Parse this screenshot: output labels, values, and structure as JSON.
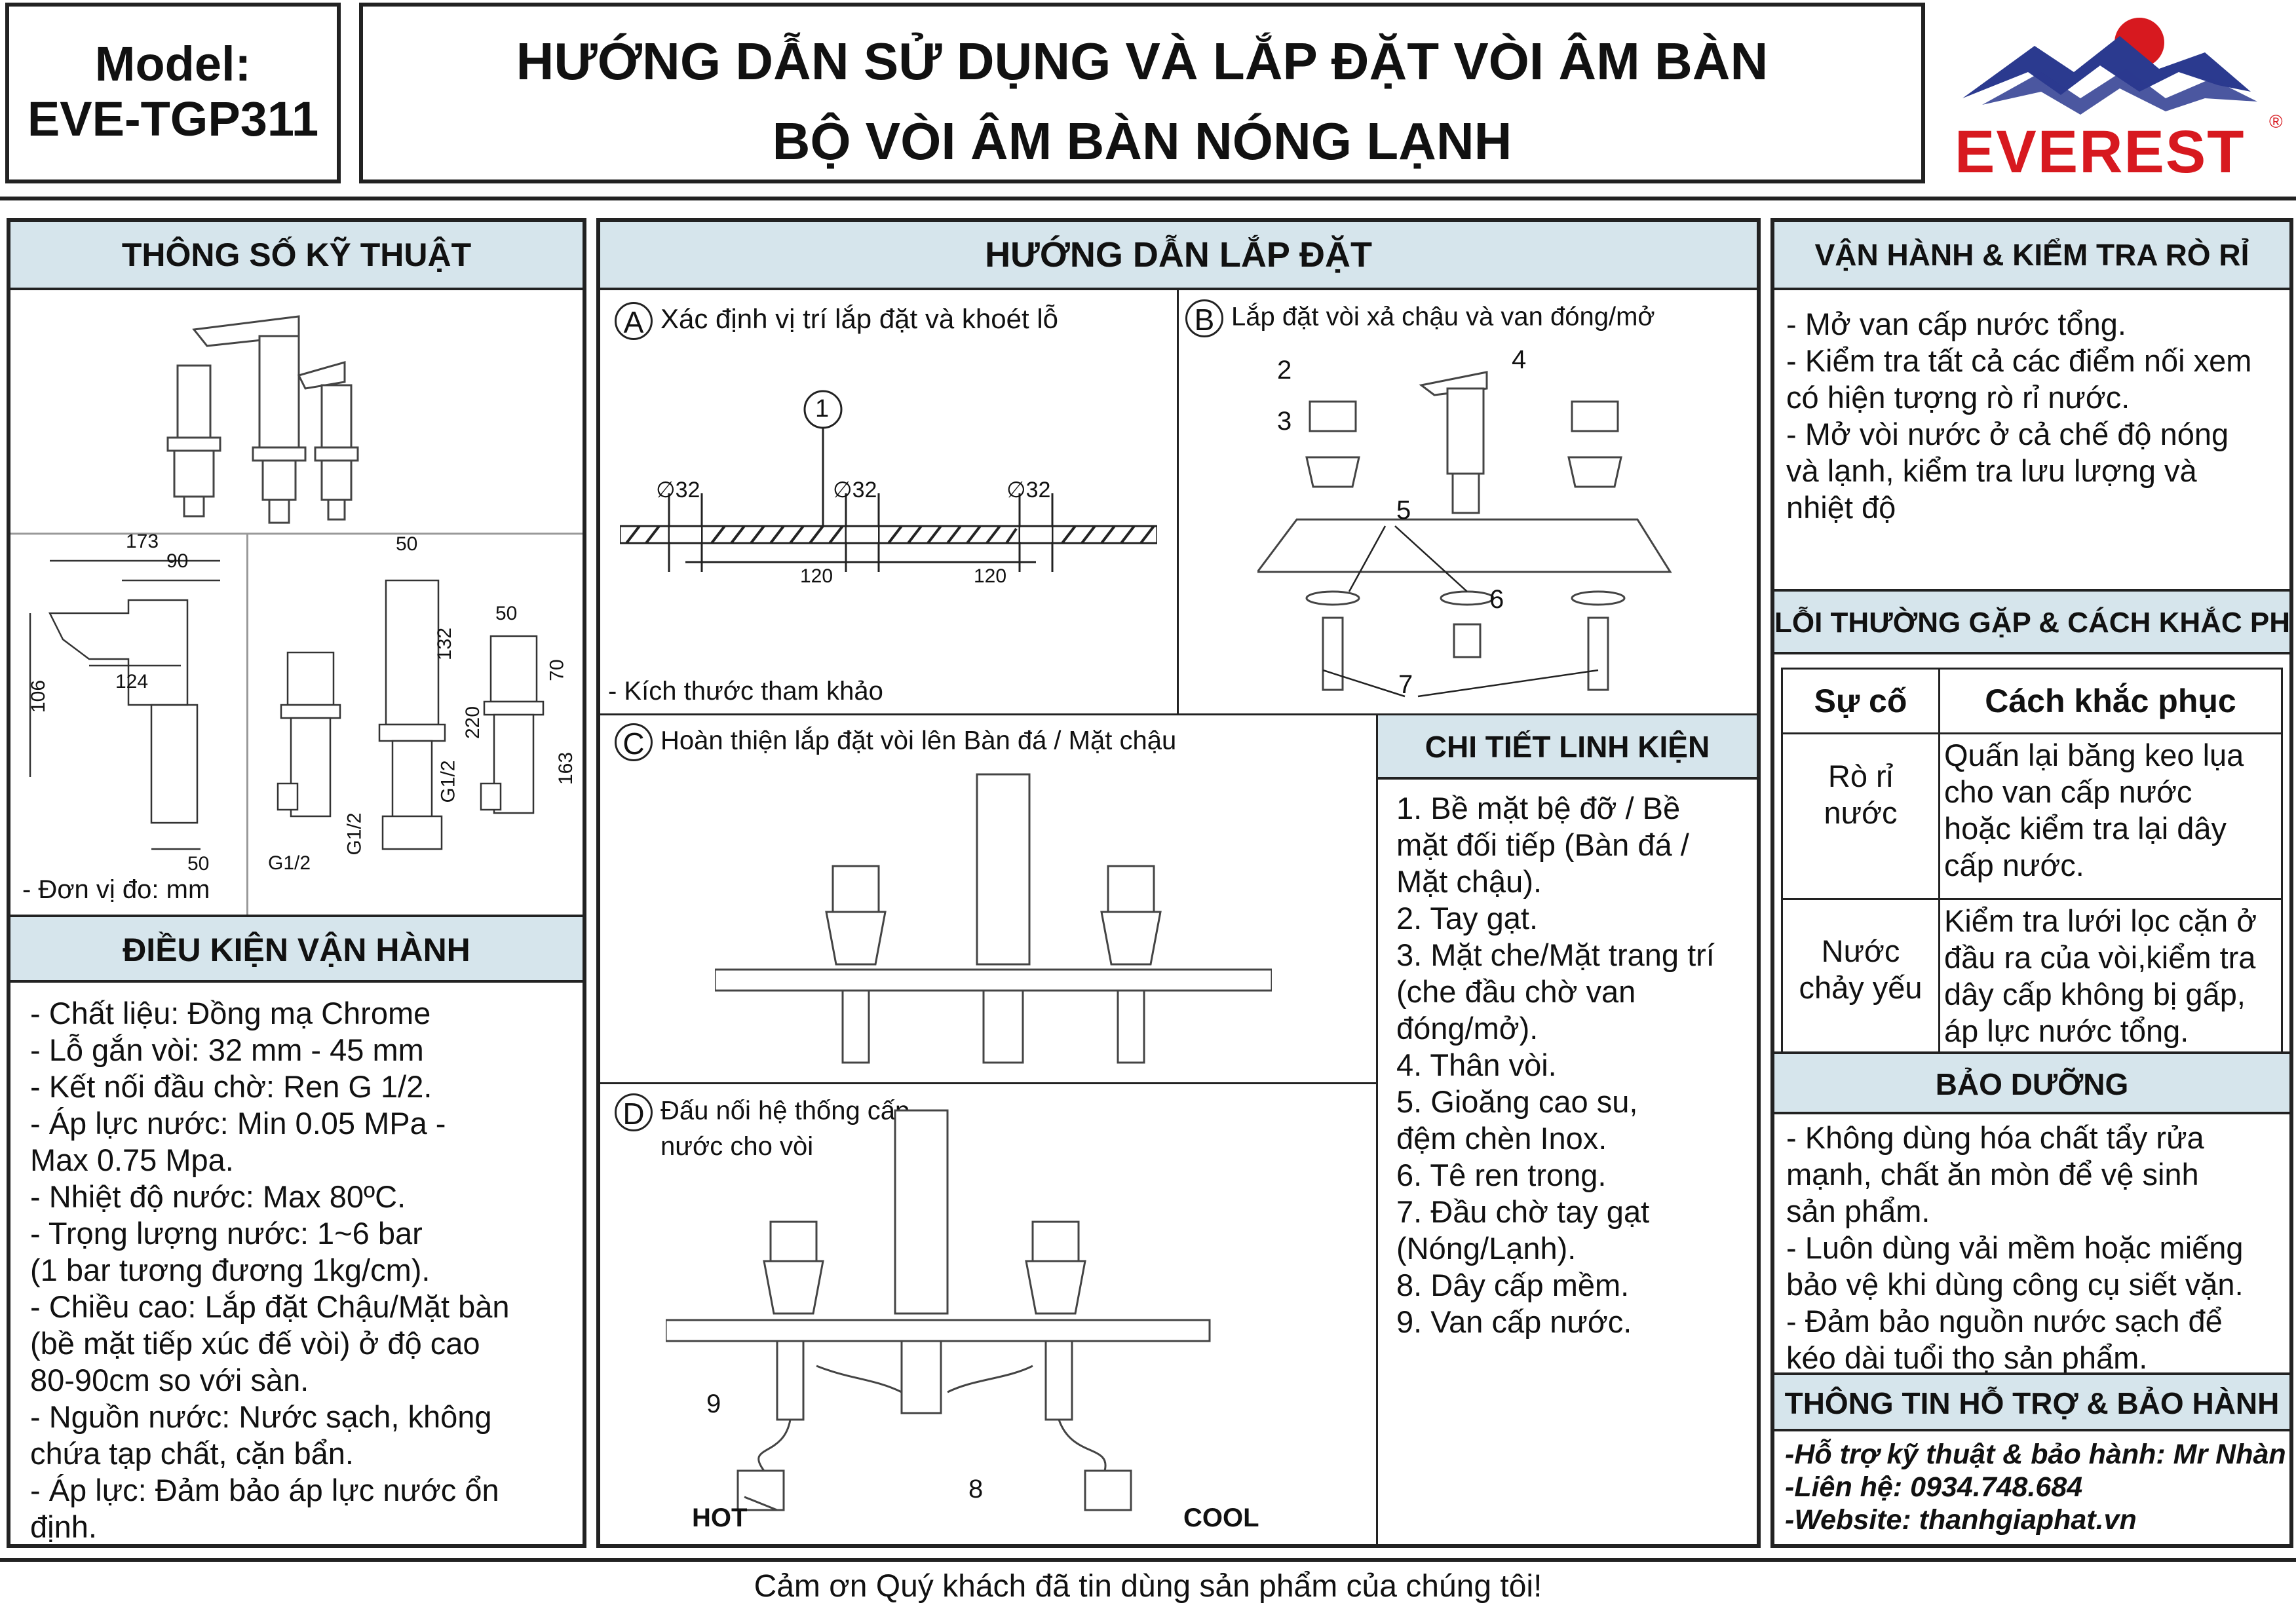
{
  "header": {
    "model_label": "Model:",
    "model_code": "EVE-TGP311",
    "title_line1": "HƯỚNG DẪN SỬ DỤNG VÀ LẮP ĐẶT VÒI ÂM BÀN",
    "title_line2": "BỘ VÒI ÂM BÀN NÓNG LẠNH",
    "brand": "EVEREST",
    "brand_reg": "®"
  },
  "specs": {
    "title": "THÔNG SỐ KỸ THUẬT",
    "dims": {
      "d173": "173",
      "d90": "90",
      "d106": "106",
      "d124": "124",
      "d50a": "50",
      "d50b": "50",
      "d132": "132",
      "d220": "220",
      "g12a": "G1/2",
      "g12b": "G1/2",
      "g12c": "G1/2",
      "d50c": "50",
      "d70": "70",
      "d163": "163"
    },
    "unit_note": "- Đơn vị đo: mm"
  },
  "conditions": {
    "title": "ĐIỀU KIỆN VẬN HÀNH",
    "lines": [
      "- Chất liệu: Đồng mạ Chrome",
      "- Lỗ gắn vòi:   32 mm -    45 mm",
      "- Kết nối đầu chờ: Ren G 1/2.",
      "- Áp lực nước: Min 0.05 MPa -",
      "Max 0.75 Mpa.",
      "- Nhiệt độ nước: Max 80ºC.",
      "- Trọng lượng nước: 1~6 bar",
      "(1 bar tương đương 1kg/cm).",
      "- Chiều cao: Lắp đặt Chậu/Mặt bàn",
      "(bề mặt tiếp xúc đế vòi) ở độ cao",
      "80-90cm so với sàn.",
      "- Nguồn nước: Nước sạch, không",
      "chứa tạp chất, cặn bẩn.",
      "- Áp lực: Đảm bảo áp lực nước ổn",
      "định."
    ]
  },
  "install": {
    "title": "HƯỚNG DẪN LẮP ĐẶT",
    "stepA": {
      "letter": "A",
      "text": "Xác định vị trí lắp đặt và khoét lỗ",
      "hole1": "∅32",
      "hole2": "∅32",
      "hole3": "∅32",
      "dist1": "120",
      "dist2": "120",
      "callout": "1",
      "note": "- Kích thước tham khảo"
    },
    "stepB": {
      "letter": "B",
      "text": "Lắp đặt vòi xả chậu và van đóng/mở",
      "n2": "2",
      "n3": "3",
      "n4": "4",
      "n5": "5",
      "n6": "6",
      "n7": "7"
    },
    "stepC": {
      "letter": "C",
      "text": "Hoàn thiện lắp đặt vòi lên Bàn đá / Mặt chậu"
    },
    "stepD": {
      "letter": "D",
      "text1": "Đấu nối hệ thống cấp",
      "text2": "nước cho vòi",
      "n8": "8",
      "n9": "9",
      "hot": "HOT",
      "cool": "COOL"
    }
  },
  "parts": {
    "title": "CHI TIẾT LINH KIỆN",
    "lines": [
      "1. Bề mặt bệ đỡ / Bề",
      "mặt đối tiếp (Bàn đá /",
      "Mặt chậu).",
      "2. Tay gạt.",
      "3. Mặt che/Mặt trang trí",
      "(che đầu chờ van",
      "đóng/mở).",
      "4. Thân vòi.",
      "5. Gioăng cao su,",
      "đệm chèn Inox.",
      "6. Tê ren trong.",
      "7. Đầu chờ tay gạt",
      "(Nóng/Lạnh).",
      "8. Dây cấp mềm.",
      "9. Van cấp nước."
    ]
  },
  "operation": {
    "title": "VẬN HÀNH & KIỂM TRA RÒ RỈ",
    "lines": [
      "- Mở van cấp nước tổng.",
      "- Kiểm tra tất cả các điểm nối xem",
      "có hiện tượng rò rỉ nước.",
      "- Mở vòi nước ở cả chế độ nóng",
      "và lạnh, kiểm tra lưu lượng và",
      "nhiệt độ"
    ]
  },
  "troubleshoot": {
    "title": "LỖI THƯỜNG GẶP & CÁCH KHẮC PHỤC",
    "col1": "Sự cố",
    "col2": "Cách khắc phục",
    "rows": [
      {
        "issue1": "Rò rỉ",
        "issue2": "nước",
        "fix": [
          "Quấn lại băng keo lụa",
          "cho van cấp nước",
          "hoặc kiểm tra lại dây",
          "cấp nước."
        ]
      },
      {
        "issue1": "Nước",
        "issue2": "chảy yếu",
        "fix": [
          "Kiểm tra lưới lọc cặn ở",
          "đầu ra của vòi,kiểm tra",
          "dây cấp không bị gấp,",
          "áp lực nước tổng."
        ]
      }
    ]
  },
  "maintenance": {
    "title": "BẢO DƯỠNG",
    "lines": [
      "- Không dùng hóa chất tẩy rửa",
      "mạnh, chất ăn mòn để vệ sinh",
      "sản phẩm.",
      "- Luôn dùng vải mềm hoặc miếng",
      "bảo vệ khi dùng công cụ siết vặn.",
      "- Đảm bảo nguồn nước sạch để",
      "kéo dài tuổi thọ sản phẩm."
    ]
  },
  "support": {
    "title": "THÔNG TIN HỖ TRỢ & BẢO HÀNH",
    "line1": "-Hỗ trợ kỹ thuật & bảo hành: Mr Nhàn",
    "line2": "-Liên hệ: 0934.748.684",
    "line3": "-Website: thanhgiaphat.vn"
  },
  "footer": "Cảm ơn Quý khách đã tin dùng sản phẩm của chúng tôi!",
  "colors": {
    "header_bg": "#d6e5ec",
    "brand_red": "#d7191f",
    "brand_blue": "#2b3a8f",
    "border": "#222222"
  }
}
